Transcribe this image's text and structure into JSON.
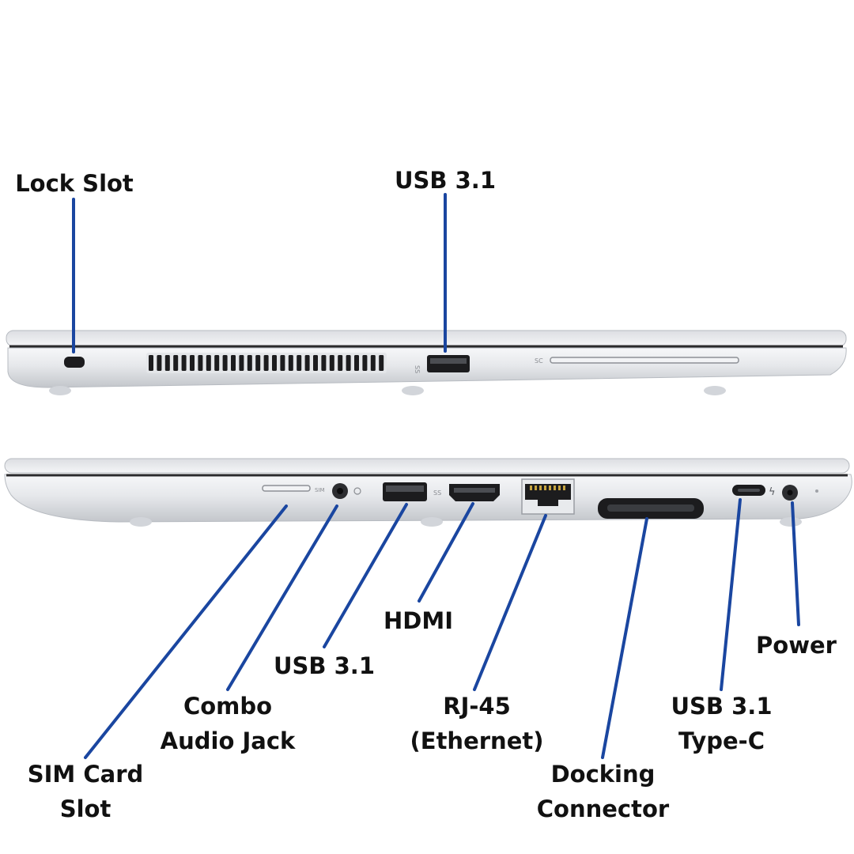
{
  "colors": {
    "leader": "#1a46a0",
    "label": "#111111",
    "chassis_top": "#f2f3f5",
    "chassis_bottom": "#c9ccd1",
    "port_dark": "#1c1c1e"
  },
  "labels": {
    "lock_slot": "Lock Slot",
    "usb_top": "USB 3.1",
    "sim_card": [
      "SIM Card",
      "Slot"
    ],
    "combo_audio": [
      "Combo",
      "Audio Jack"
    ],
    "usb_bottom": "USB 3.1",
    "hdmi": "HDMI",
    "rj45": [
      "RJ-45",
      "(Ethernet)"
    ],
    "docking": [
      "Docking",
      "Connector"
    ],
    "usb_c": [
      "USB 3.1",
      "Type-C"
    ],
    "power": "Power"
  }
}
